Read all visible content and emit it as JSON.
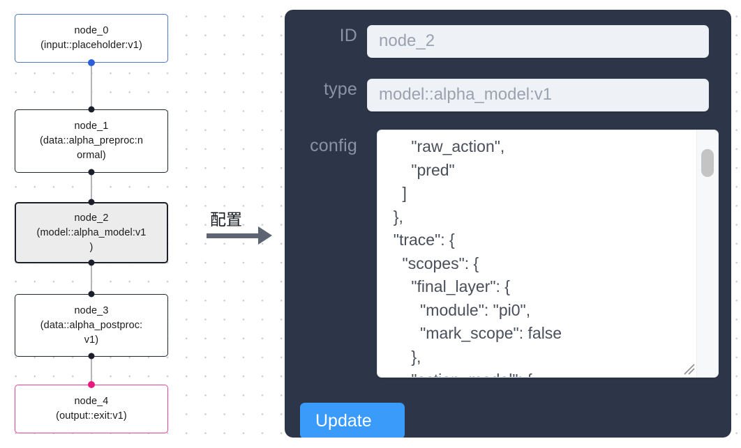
{
  "graph": {
    "nodes": [
      {
        "id": "node_0",
        "label": "node_0\n(input::placeholder:v1)",
        "state": "input"
      },
      {
        "id": "node_1",
        "label": "node_1\n(data::alpha_preproc:n\normal)",
        "state": "default"
      },
      {
        "id": "node_2",
        "label": "node_2\n(model::alpha_model:v1\n)",
        "state": "selected"
      },
      {
        "id": "node_3",
        "label": "node_3\n(data::alpha_postproc:\nv1)",
        "state": "default"
      },
      {
        "id": "node_4",
        "label": "node_4\n(output::exit:v1)",
        "state": "output"
      }
    ],
    "colors": {
      "input_border": "#4e76c9",
      "input_handle": "#2a5fd8",
      "default_border": "#1f2533",
      "selected_fill": "#ececec",
      "output_border": "#e8429a",
      "output_handle": "#e8187f",
      "edge": "#b6b6ba"
    }
  },
  "arrow": {
    "label": "配置",
    "color": "#5d6472"
  },
  "inspector": {
    "panel_color": "#2d3648",
    "fields": [
      {
        "key": "id",
        "label": "ID",
        "value": "node_2"
      },
      {
        "key": "type",
        "label": "type",
        "value": "model::alpha_model:v1"
      },
      {
        "key": "config",
        "label": "config",
        "value": "      \"raw_action\",\n      \"pred\"\n    ]\n  },\n  \"trace\": {\n    \"scopes\": {\n      \"final_layer\": {\n        \"module\": \"pi0\",\n        \"mark_scope\": false\n      },\n      \"action_model\": {"
      }
    ],
    "update_label": "Update",
    "update_color": "#3b9bfa",
    "scrollbar": {
      "thumb_color": "#c4c4c4"
    }
  }
}
